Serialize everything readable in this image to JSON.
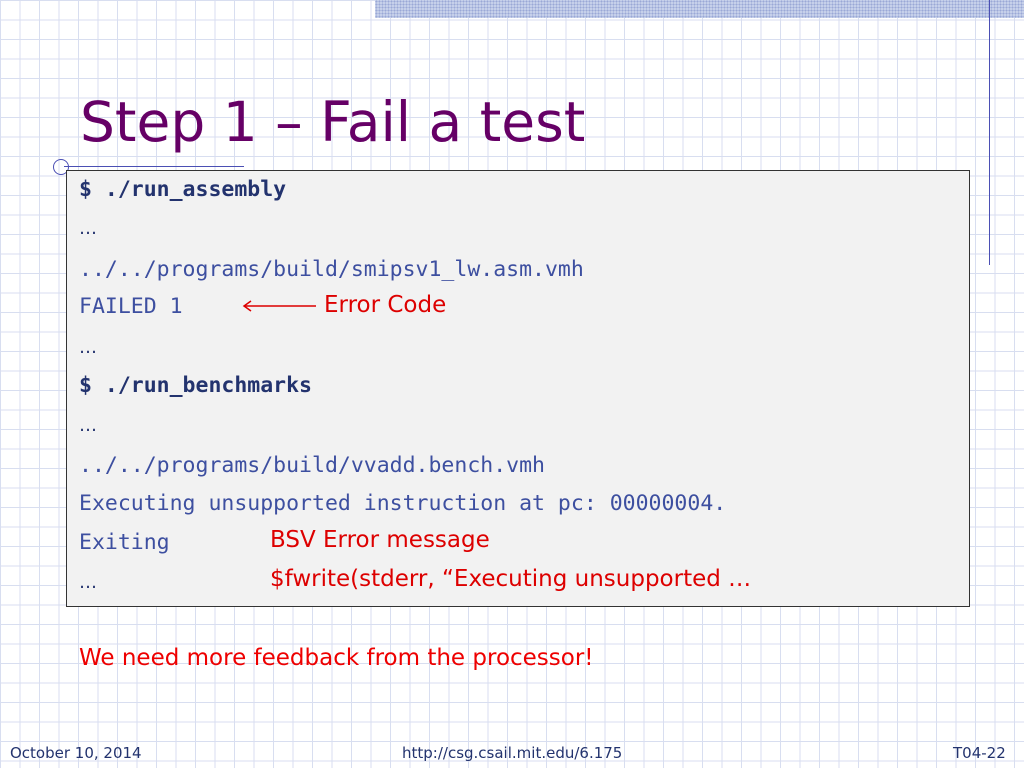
{
  "slide": {
    "title": "Step 1 – Fail a test",
    "terminal": {
      "cmd1": "$ ./run_assembly",
      "ellipsis1": "…",
      "path1": "../../programs/build/smipsv1_lw.asm.vmh",
      "failed": "FAILED 1",
      "ellipsis2": "…",
      "cmd2": "$ ./run_benchmarks",
      "ellipsis3": "…",
      "path2": "../../programs/build/vvadd.bench.vmh",
      "executing": "Executing unsupported instruction at pc: 00000004.",
      "exiting": "Exiting",
      "ellipsis4": "…"
    },
    "annotations": {
      "error_code": "Error Code",
      "bsv_error": "BSV Error message",
      "fwrite": "$fwrite(stderr, “Executing unsupported …"
    },
    "feedback": "We need more feedback from the processor!",
    "footer": {
      "date": "October 10, 2014",
      "url": "http://csg.csail.mit.edu/6.175",
      "slide_number": "T04-22"
    }
  },
  "colors": {
    "title": "#660066",
    "terminal_text": "#3d4fa0",
    "annotation": "#dd0000",
    "grid": "#d8def0",
    "accent_line": "#4b4fb4"
  },
  "icons": {
    "arrow": "left-arrow-icon",
    "title_bullet": "circle-icon"
  }
}
